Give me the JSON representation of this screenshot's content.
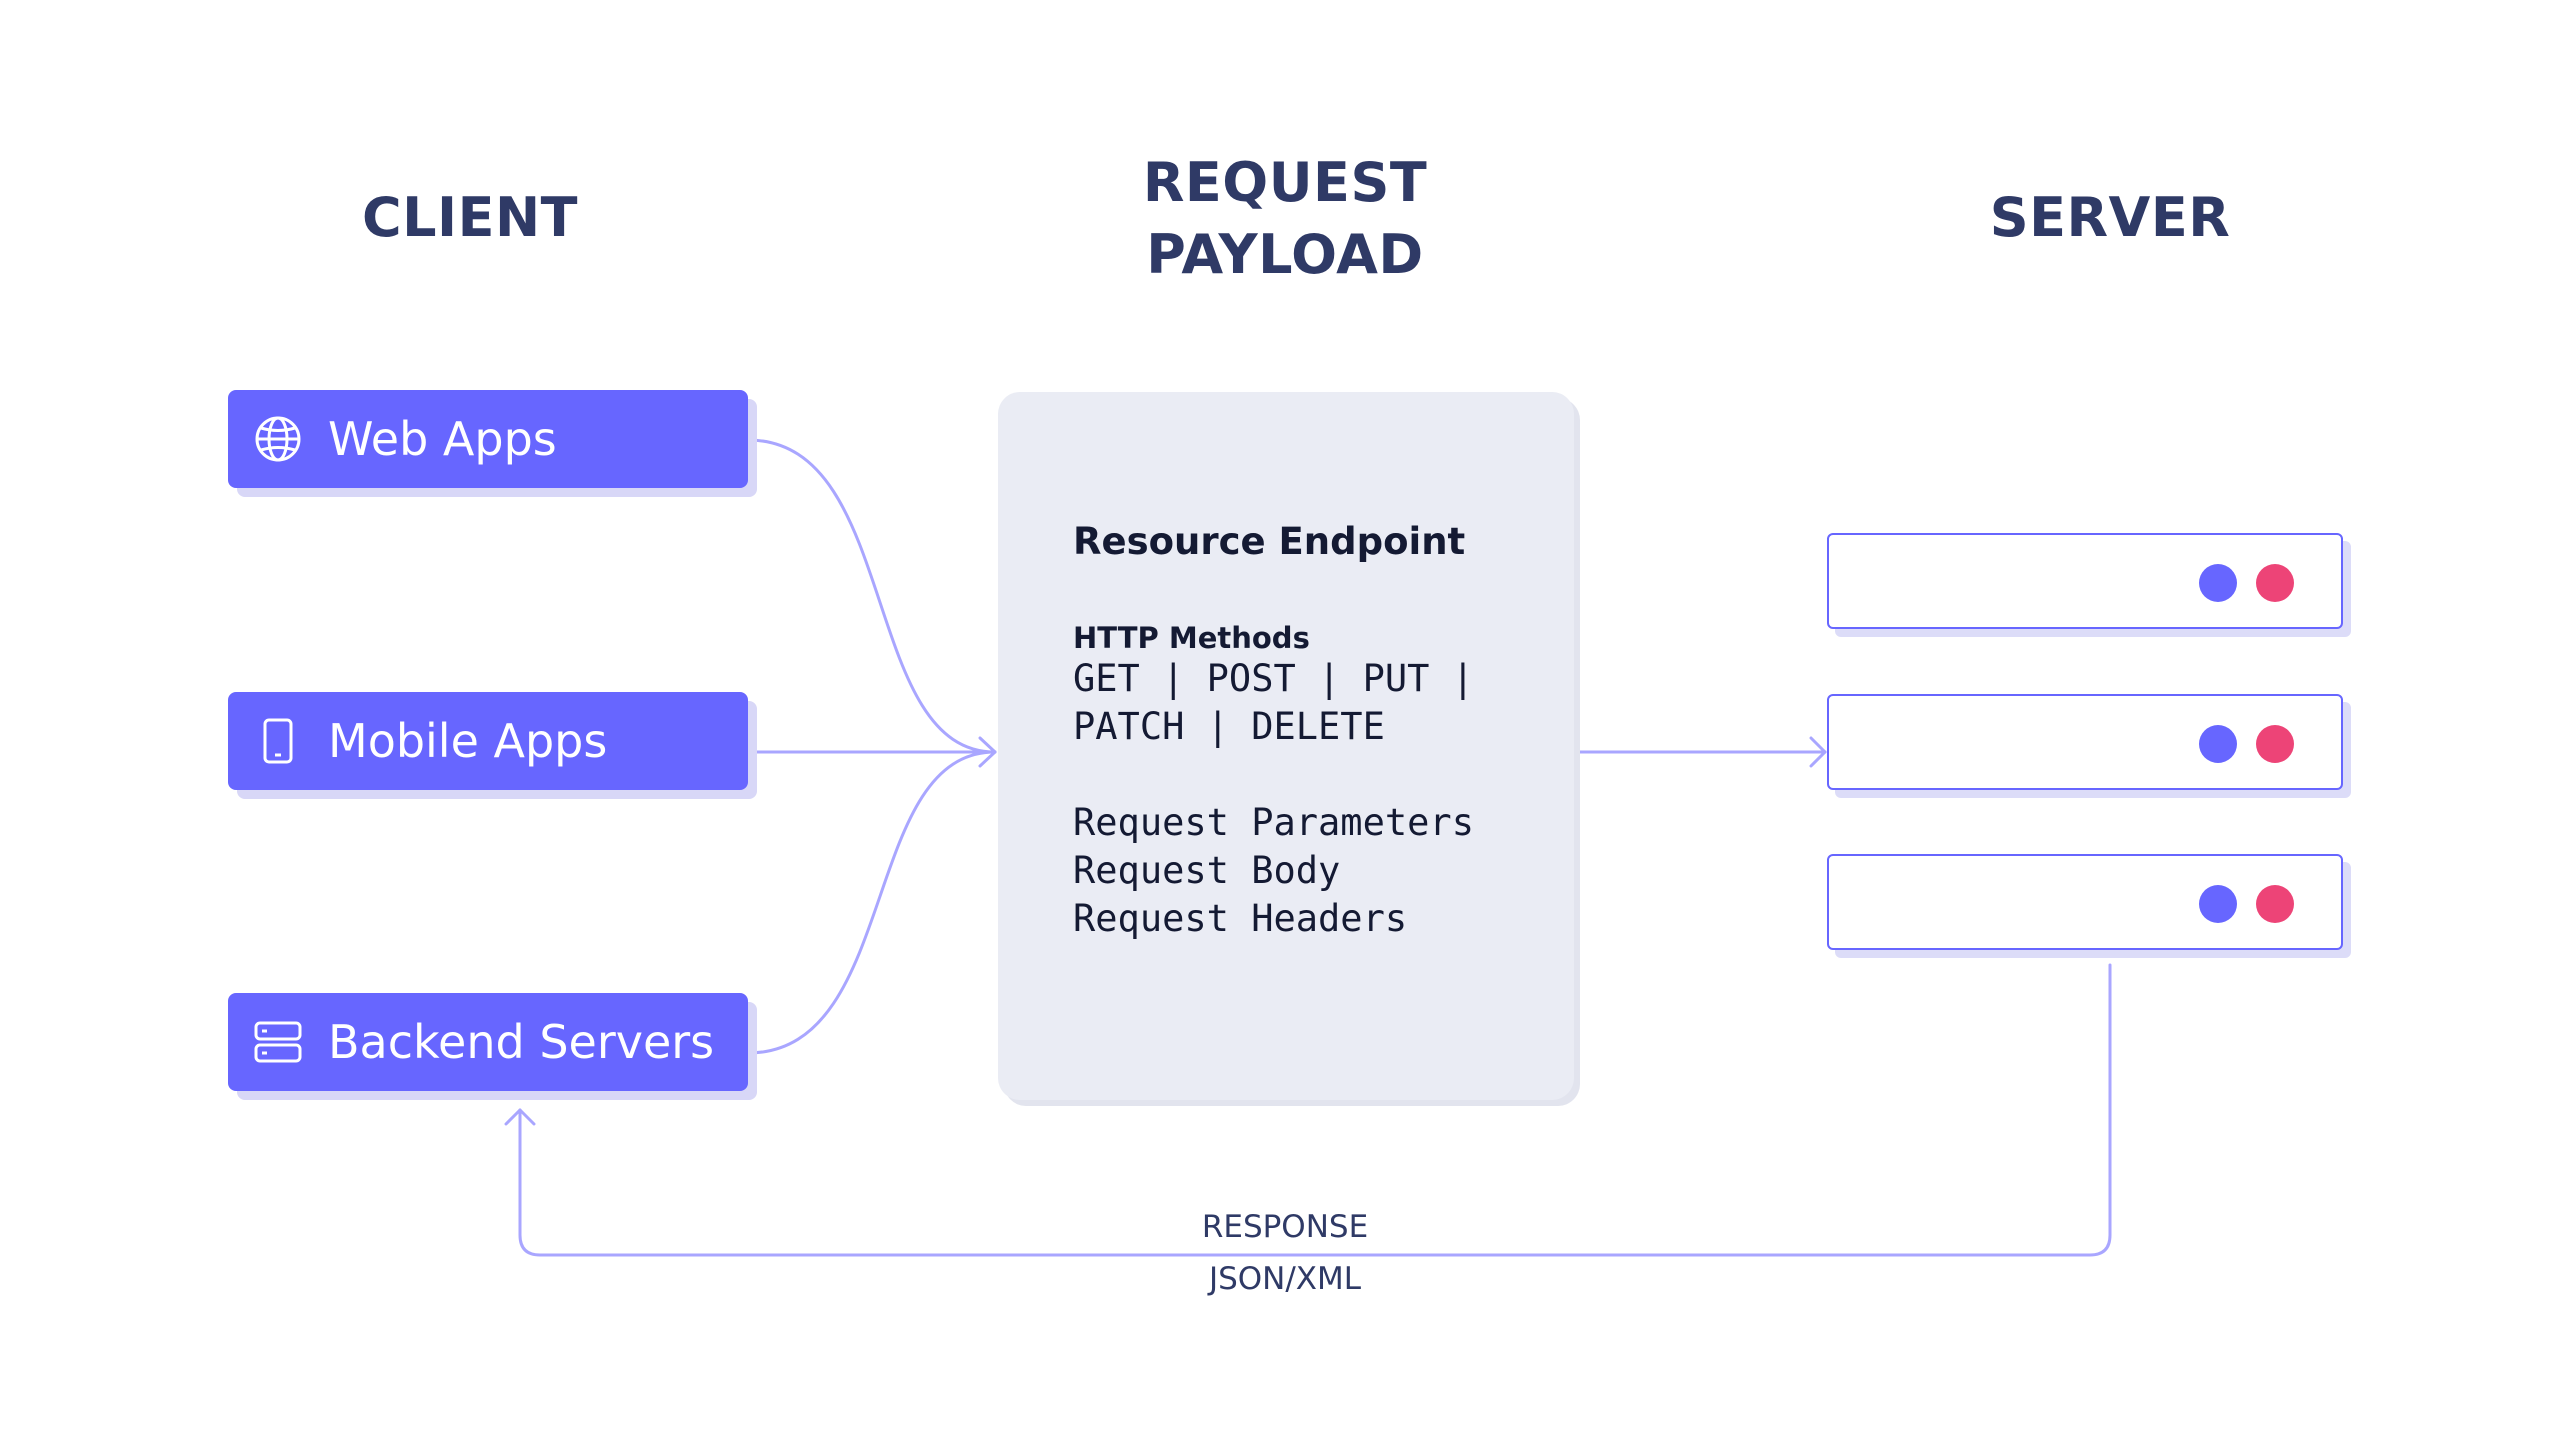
{
  "columns": {
    "client": "CLIENT",
    "payload_line1": "REQUEST",
    "payload_line2": "PAYLOAD",
    "server": "SERVER"
  },
  "clients": [
    {
      "label": "Web Apps",
      "icon": "globe-icon"
    },
    {
      "label": "Mobile Apps",
      "icon": "mobile-phone-icon"
    },
    {
      "label": "Backend Servers",
      "icon": "server-stack-icon"
    }
  ],
  "payload": {
    "endpoint": "Resource Endpoint",
    "methods_title": "HTTP Methods",
    "methods_line1": "GET | POST | PUT |",
    "methods_line2": "PATCH | DELETE",
    "params": "Request Parameters",
    "body": "Request Body",
    "headers": "Request Headers"
  },
  "servers": [
    {
      "dots": [
        "blue",
        "pink"
      ]
    },
    {
      "dots": [
        "blue",
        "pink"
      ]
    },
    {
      "dots": [
        "blue",
        "pink"
      ]
    }
  ],
  "response": {
    "line1": "RESPONSE",
    "line2": "JSON/XML"
  },
  "colors": {
    "accent": "#6766ff",
    "accent_light": "#a9a6ff",
    "pink": "#ed4477",
    "text_dark": "#2f3a66",
    "card_bg": "#eaecf4"
  }
}
